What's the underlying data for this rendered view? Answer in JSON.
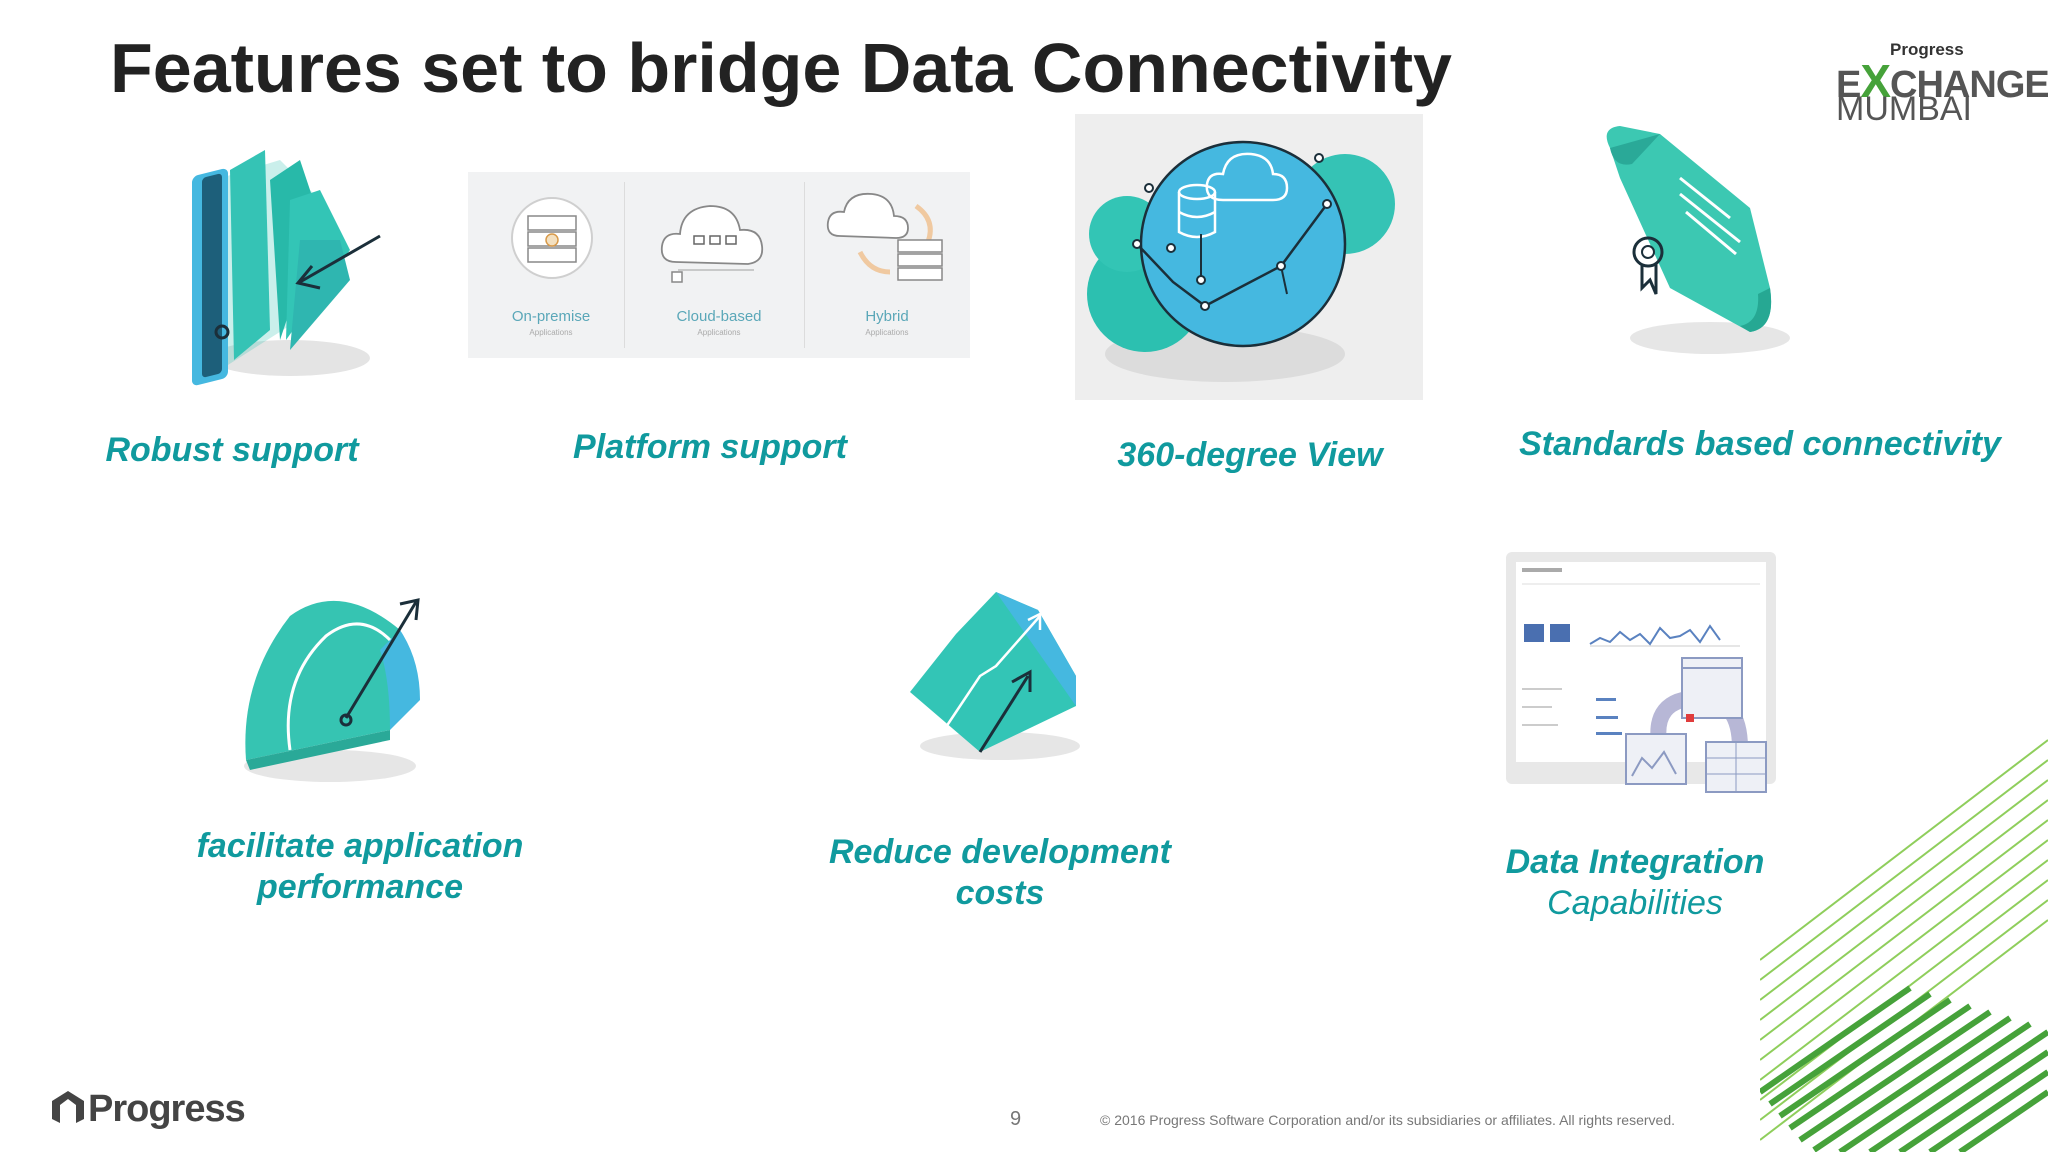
{
  "slide": {
    "title": "Features set to bridge Data Connectivity",
    "page_number": "9",
    "copyright": "© 2016 Progress Software Corporation and/or its subsidiaries or affiliates. All rights reserved."
  },
  "event_logo": {
    "brand": "Progress",
    "word_pre": "E",
    "word_x": "X",
    "word_post": "CHANGE",
    "city": "MUMBAI"
  },
  "footer_logo": {
    "text": "Progress"
  },
  "features": [
    {
      "label": "Robust support",
      "icon": "tablet-fan-icon"
    },
    {
      "label": "Platform support",
      "icon": "platform-options-icon"
    },
    {
      "label": "360-degree View",
      "icon": "cloud-network-icon"
    },
    {
      "label": "Standards based connectivity",
      "icon": "certificate-scroll-icon"
    },
    {
      "label_line1": "facilitate application",
      "label_line2": "performance",
      "icon": "speedometer-icon"
    },
    {
      "label_line1": "Reduce development",
      "label_line2": "costs",
      "icon": "growth-arrow-icon"
    },
    {
      "label_line1": "Data Integration",
      "label_line2": "Capabilities",
      "icon": "dashboard-integration-icon"
    }
  ],
  "platform_options": [
    {
      "name": "On-premise",
      "sub": "Applications"
    },
    {
      "name": "Cloud-based",
      "sub": "Applications"
    },
    {
      "name": "Hybrid",
      "sub": "Applications"
    }
  ],
  "colors": {
    "accent": "#109a9e",
    "teal": "#2cc0b0",
    "blue": "#45b8e0",
    "green": "#46a23a",
    "title": "#222222"
  }
}
